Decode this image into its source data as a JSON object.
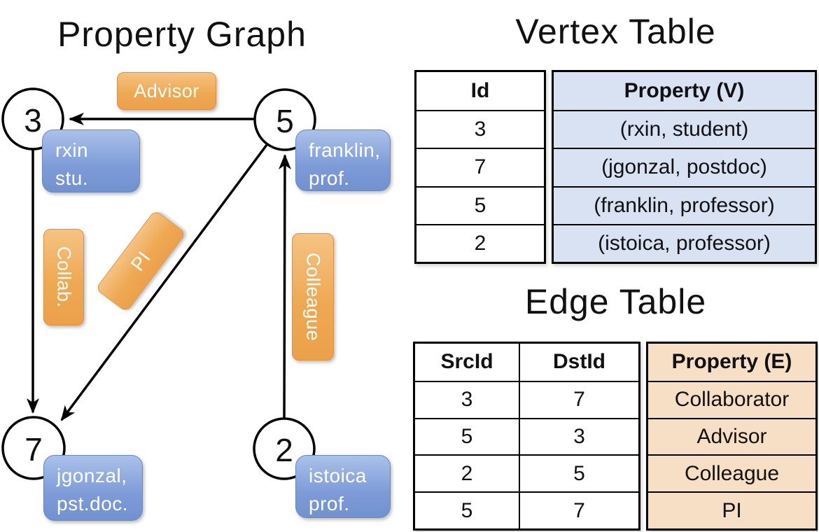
{
  "titles": {
    "graph": "Property Graph",
    "vertex_table": "Vertex Table",
    "edge_table": "Edge Table"
  },
  "graph": {
    "nodes": [
      {
        "id": "3",
        "label_line1": "rxin",
        "label_line2": "stu."
      },
      {
        "id": "5",
        "label_line1": "franklin,",
        "label_line2": "prof."
      },
      {
        "id": "7",
        "label_line1": "jgonzal,",
        "label_line2": "pst.doc."
      },
      {
        "id": "2",
        "label_line1": "istoica",
        "label_line2": "prof."
      }
    ],
    "edge_labels": {
      "advisor": "Advisor",
      "collab": "Collab.",
      "pi": "PI",
      "colleague": "Colleague"
    }
  },
  "vertex_table": {
    "headers": {
      "id": "Id",
      "property": "Property (V)"
    },
    "rows": [
      {
        "id": "3",
        "property": "(rxin, student)"
      },
      {
        "id": "7",
        "property": "(jgonzal, postdoc)"
      },
      {
        "id": "5",
        "property": "(franklin, professor)"
      },
      {
        "id": "2",
        "property": "(istoica, professor)"
      }
    ]
  },
  "edge_table": {
    "headers": {
      "src": "SrcId",
      "dst": "DstId",
      "property": "Property (E)"
    },
    "rows": [
      {
        "src": "3",
        "dst": "7",
        "property": "Collaborator"
      },
      {
        "src": "5",
        "dst": "3",
        "property": "Advisor"
      },
      {
        "src": "2",
        "dst": "5",
        "property": "Colleague"
      },
      {
        "src": "5",
        "dst": "7",
        "property": "PI"
      }
    ]
  },
  "colors": {
    "edge_label_fill": "#EFA953",
    "edge_label_border": "#DD9140",
    "vertex_card_fill": "#7E9BD8",
    "vertex_card_border": "#6A87C2",
    "vertex_prop_cell_bg": "#D9E2F3",
    "edge_prop_cell_bg": "#F6DFC4",
    "line_color": "#000000",
    "text_on_fill": "#FFFFFF"
  }
}
